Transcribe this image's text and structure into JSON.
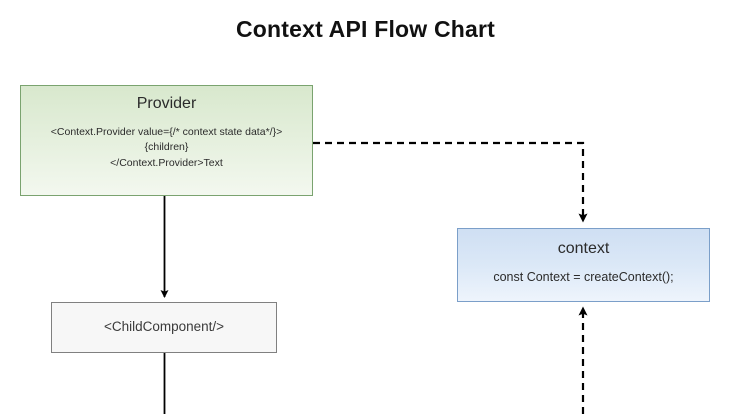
{
  "page": {
    "title": "Context API Flow Chart",
    "background": "#ffffff"
  },
  "nodes": {
    "provider": {
      "title": "Provider",
      "body": "<Context.Provider value={/* context state data*/}>\n{children}\n</Context.Provider>Text",
      "fill": "#dde9d5",
      "border": "#7aa36f"
    },
    "child": {
      "title": "<ChildComponent/>",
      "fill": "#f7f7f7",
      "border": "#808080"
    },
    "context": {
      "title": "context",
      "body": "const Context = createContext();",
      "fill": "#d3e1f4",
      "border": "#7b9fc9"
    }
  },
  "edges": {
    "provider_to_child": {
      "style": "solid",
      "color": "#000000",
      "arrow": "end"
    },
    "child_downward": {
      "style": "solid",
      "color": "#000000",
      "arrow": "none"
    },
    "provider_to_context": {
      "style": "dashed",
      "color": "#000000",
      "arrow": "end"
    },
    "upward_to_context": {
      "style": "dashed",
      "color": "#000000",
      "arrow": "end"
    }
  }
}
